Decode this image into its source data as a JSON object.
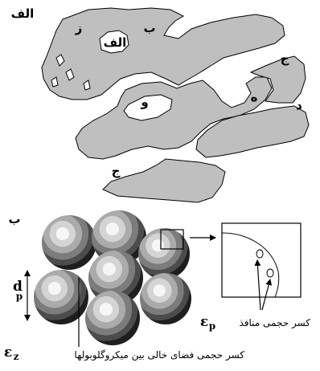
{
  "panel_a": {
    "panel_label": "الف",
    "region_labels": {
      "z": "ز",
      "alef": "الف",
      "b": "ب",
      "j_top": "ج",
      "j_bottom": "ج",
      "h": "ه",
      "d": "د",
      "v": "و"
    }
  },
  "panel_b": {
    "panel_label": "ب",
    "particle_diameter_symbol": "d",
    "particle_diameter_subscript": "p",
    "pore_fraction_symbol": "ε",
    "pore_fraction_subscript": "p",
    "pore_fraction_caption": "کسر حجمی منافذ",
    "interparticle_fraction_symbol": "ε",
    "interparticle_fraction_subscript": "z",
    "interparticle_fraction_caption": "کسر حجمی فضای خالی بین میکروگلوبولها"
  },
  "colors": {
    "grain_fill": "#bfbfbf",
    "grain_stroke": "#000000",
    "sphere_light": "#f4f4f4",
    "sphere_dark": "#1a1a1a"
  }
}
